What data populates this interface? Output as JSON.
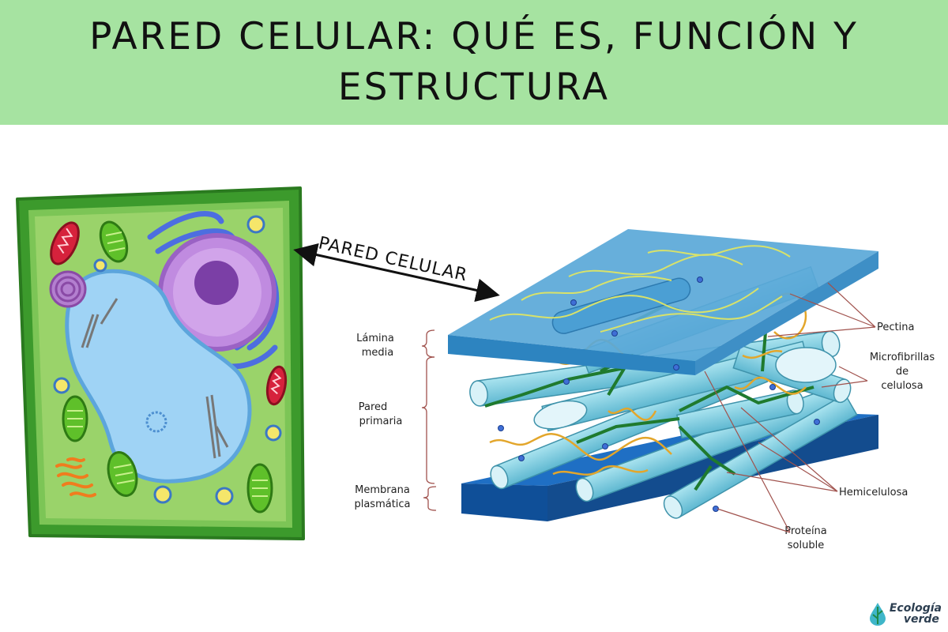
{
  "header": {
    "title_line1": "PARED CELULAR: QUÉ ES, FUNCIÓN Y",
    "title_line2": "ESTRUCTURA"
  },
  "arrow_label": "PARED CELULAR",
  "labels": {
    "lamina_media_1": "Lámina",
    "lamina_media_2": "media",
    "pared_primaria_1": "Pared",
    "pared_primaria_2": "primaria",
    "membrana_1": "Membrana",
    "membrana_2": "plasmática",
    "pectina": "Pectina",
    "microfibrillas_1": "Microfibrillas",
    "microfibrillas_2": "de",
    "microfibrillas_3": "celulosa",
    "hemicelulosa": "Hemicelulosa",
    "proteina_1": "Proteína",
    "proteina_2": "soluble"
  },
  "logo": {
    "line1": "Ecología",
    "line2": "verde"
  },
  "colors": {
    "banner": "#a6e3a1",
    "cell_wall": "#3c9a2c",
    "cytoplasm": "#9ad36a",
    "nucleus": "#c08be0",
    "vacuole": "#9fd3f5",
    "top_slab": "#5aa8d8",
    "bottom_slab": "#1659a8",
    "fibril": "#7fd0e3",
    "hemicellulose": "#1f7a2e",
    "pectin": "#e3a62b"
  }
}
